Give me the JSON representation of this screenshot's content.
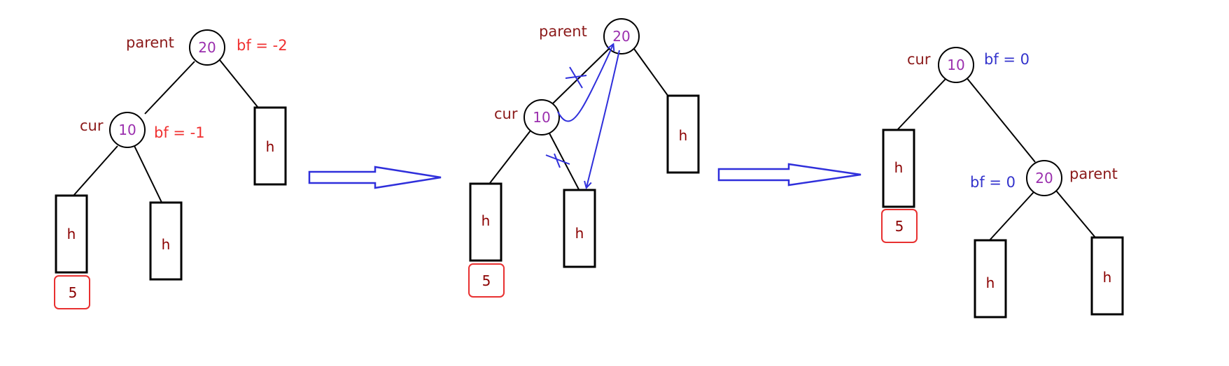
{
  "colors": {
    "node_text": "#9b2fae",
    "label_dark": "#8b1a1a",
    "label_red": "#f03030",
    "label_blue": "#3333cc",
    "arrow_blue": "#2f2fdb",
    "highlight_red": "#e83030"
  },
  "stage1": {
    "root_value": "20",
    "parent_label": "parent",
    "root_bf": "bf = -2",
    "child_value": "10",
    "cur_label": "cur",
    "child_bf": "bf = -1",
    "subtree_left": "h",
    "subtree_mid": "h",
    "subtree_right": "h",
    "inserted": "5"
  },
  "stage2": {
    "root_value": "20",
    "parent_label": "parent",
    "child_value": "10",
    "cur_label": "cur",
    "subtree_left": "h",
    "subtree_mid": "h",
    "subtree_right": "h",
    "inserted": "5"
  },
  "stage3": {
    "root_value": "10",
    "cur_label": "cur",
    "root_bf": "bf = 0",
    "child_value": "20",
    "parent_label": "parent",
    "child_bf": "bf = 0",
    "subtree_left": "h",
    "subtree_mid": "h",
    "subtree_right": "h",
    "inserted": "5"
  }
}
